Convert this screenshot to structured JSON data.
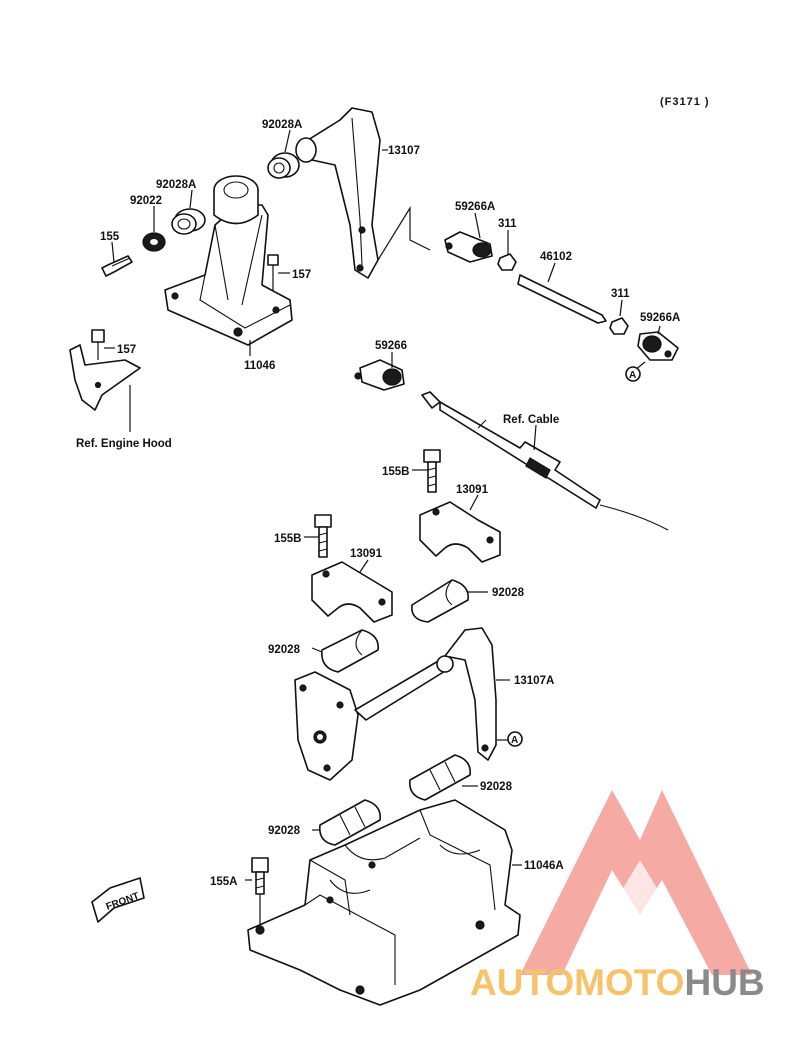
{
  "diagram": {
    "figure_code": "(F3171 )",
    "labels": {
      "p92028A_top": "92028A",
      "p13107": "13107",
      "p92028A_left": "92028A",
      "p92022": "92022",
      "p155": "155",
      "p157_top": "157",
      "p11046": "11046",
      "p157_left": "157",
      "ref_engine_hood": "Ref. Engine Hood",
      "p59266A_top": "59266A",
      "p311_top": "311",
      "p46102": "46102",
      "p311_right": "311",
      "p59266A_right": "59266A",
      "ref_A_top": "A",
      "p59266": "59266",
      "ref_cable": "Ref. Cable",
      "p155B_upper": "155B",
      "p13091_upper": "13091",
      "p155B_lower": "155B",
      "p13091_lower": "13091",
      "p92028_r1": "92028",
      "p92028_l1": "92028",
      "p13107A": "13107A",
      "ref_A_lower": "A",
      "p92028_r2": "92028",
      "p92028_l2": "92028",
      "p11046A": "11046A",
      "p155A": "155A",
      "front_badge": "FRONT"
    }
  },
  "watermark": {
    "brand_part1": "AUTOMOTO",
    "brand_part2": "HUB",
    "color_auto": "#f6c36b",
    "color_moto": "#ef7b6f",
    "color_hub": "#8a8a8a",
    "logo_color": "#ef7b6f"
  }
}
